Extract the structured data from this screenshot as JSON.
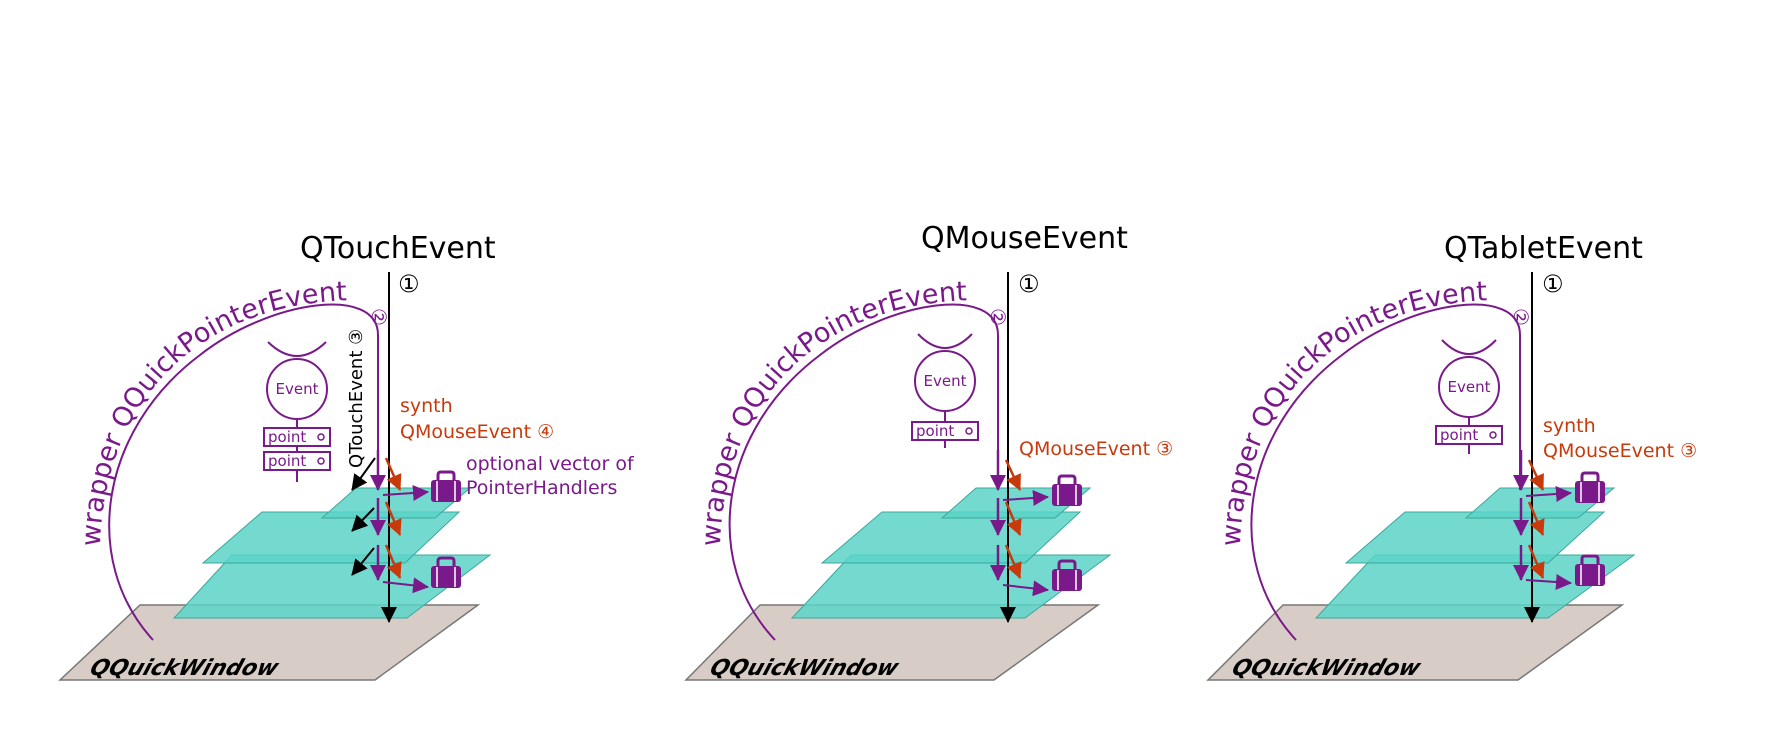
{
  "colors": {
    "purple": "#7a1a8a",
    "orange": "#c83a0c",
    "teal": "#5cd4c8",
    "window": "#d7cdc6",
    "black": "#000000"
  },
  "panels": [
    {
      "id": "touch",
      "title": "QTouchEvent",
      "step_1": "①",
      "step_2": "②",
      "wrapper_label": "wrapper QQuickPointerEvent",
      "event_label": "Event",
      "point_labels": [
        "point",
        "point"
      ],
      "touch_label": "QTouchEvent ③",
      "synth_line1": "synth",
      "synth_line2": "QMouseEvent ④",
      "handlers_line1": "optional vector of",
      "handlers_line2": "PointerHandlers",
      "window_label": "QQuickWindow"
    },
    {
      "id": "mouse",
      "title": "QMouseEvent",
      "step_1": "①",
      "step_2": "②",
      "wrapper_label": "wrapper QQuickPointerEvent",
      "event_label": "Event",
      "point_labels": [
        "point"
      ],
      "synth_line2": "QMouseEvent ③",
      "window_label": "QQuickWindow"
    },
    {
      "id": "tablet",
      "title": "QTabletEvent",
      "step_1": "①",
      "step_2": "②",
      "wrapper_label": "wrapper QQuickPointerEvent",
      "event_label": "Event",
      "point_labels": [
        "point"
      ],
      "synth_line1": "synth",
      "synth_line2": "QMouseEvent ③",
      "window_label": "QQuickWindow"
    }
  ]
}
